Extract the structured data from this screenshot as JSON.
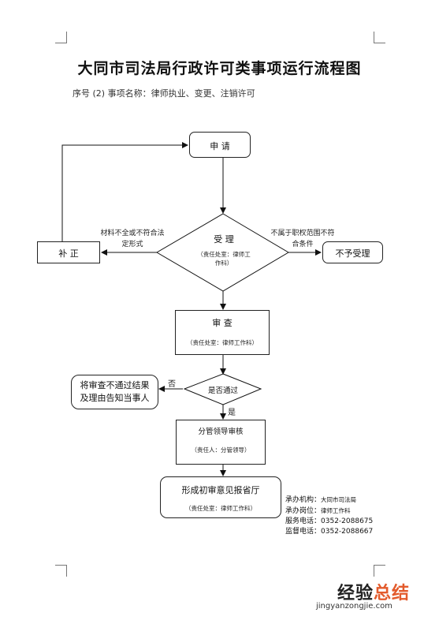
{
  "title": "大同市司法局行政许可类事项运行流程图",
  "subtitle": "序号 (2) 事项名称：律师执业、变更、注销许可",
  "nodes": {
    "apply": {
      "label": "申  请"
    },
    "accept": {
      "label": "受  理",
      "note": "（责任处室：律师工",
      "note2": "作科）"
    },
    "correct": {
      "label": "补  正"
    },
    "reject": {
      "label": "不予受理"
    },
    "review": {
      "label": "审    查",
      "note": "（责任处室：律师工作科）"
    },
    "pass_check": {
      "label": "是否通过"
    },
    "notify": {
      "label": "将审查不通过结果",
      "label2": "及理由告知当事人"
    },
    "leader": {
      "label": "分管领导审核",
      "note": "（责任人：分管领导）"
    },
    "opinion": {
      "label": "形成初审意见报省厅",
      "note": "（责任处室：律师工作科）"
    }
  },
  "edges": {
    "to_correct": {
      "label": "材料不全或不符合法",
      "label2": "定形式"
    },
    "to_reject": {
      "label": "不属于职权范围不符",
      "label2": "合条件"
    },
    "no": {
      "label": "否"
    },
    "yes": {
      "label": "是"
    }
  },
  "contact": {
    "agency_label": "承办机构：",
    "agency": "大同市司法局",
    "post_label": "承办岗位：",
    "post": "律师工作科",
    "service_label": "服务电话：",
    "service": "0352-2088675",
    "supervise_label": "监督电话：",
    "supervise": "0352-2088667"
  },
  "watermark": {
    "brand_a": "经验",
    "brand_b": "总结",
    "url": "jingyanzongjie.com"
  }
}
